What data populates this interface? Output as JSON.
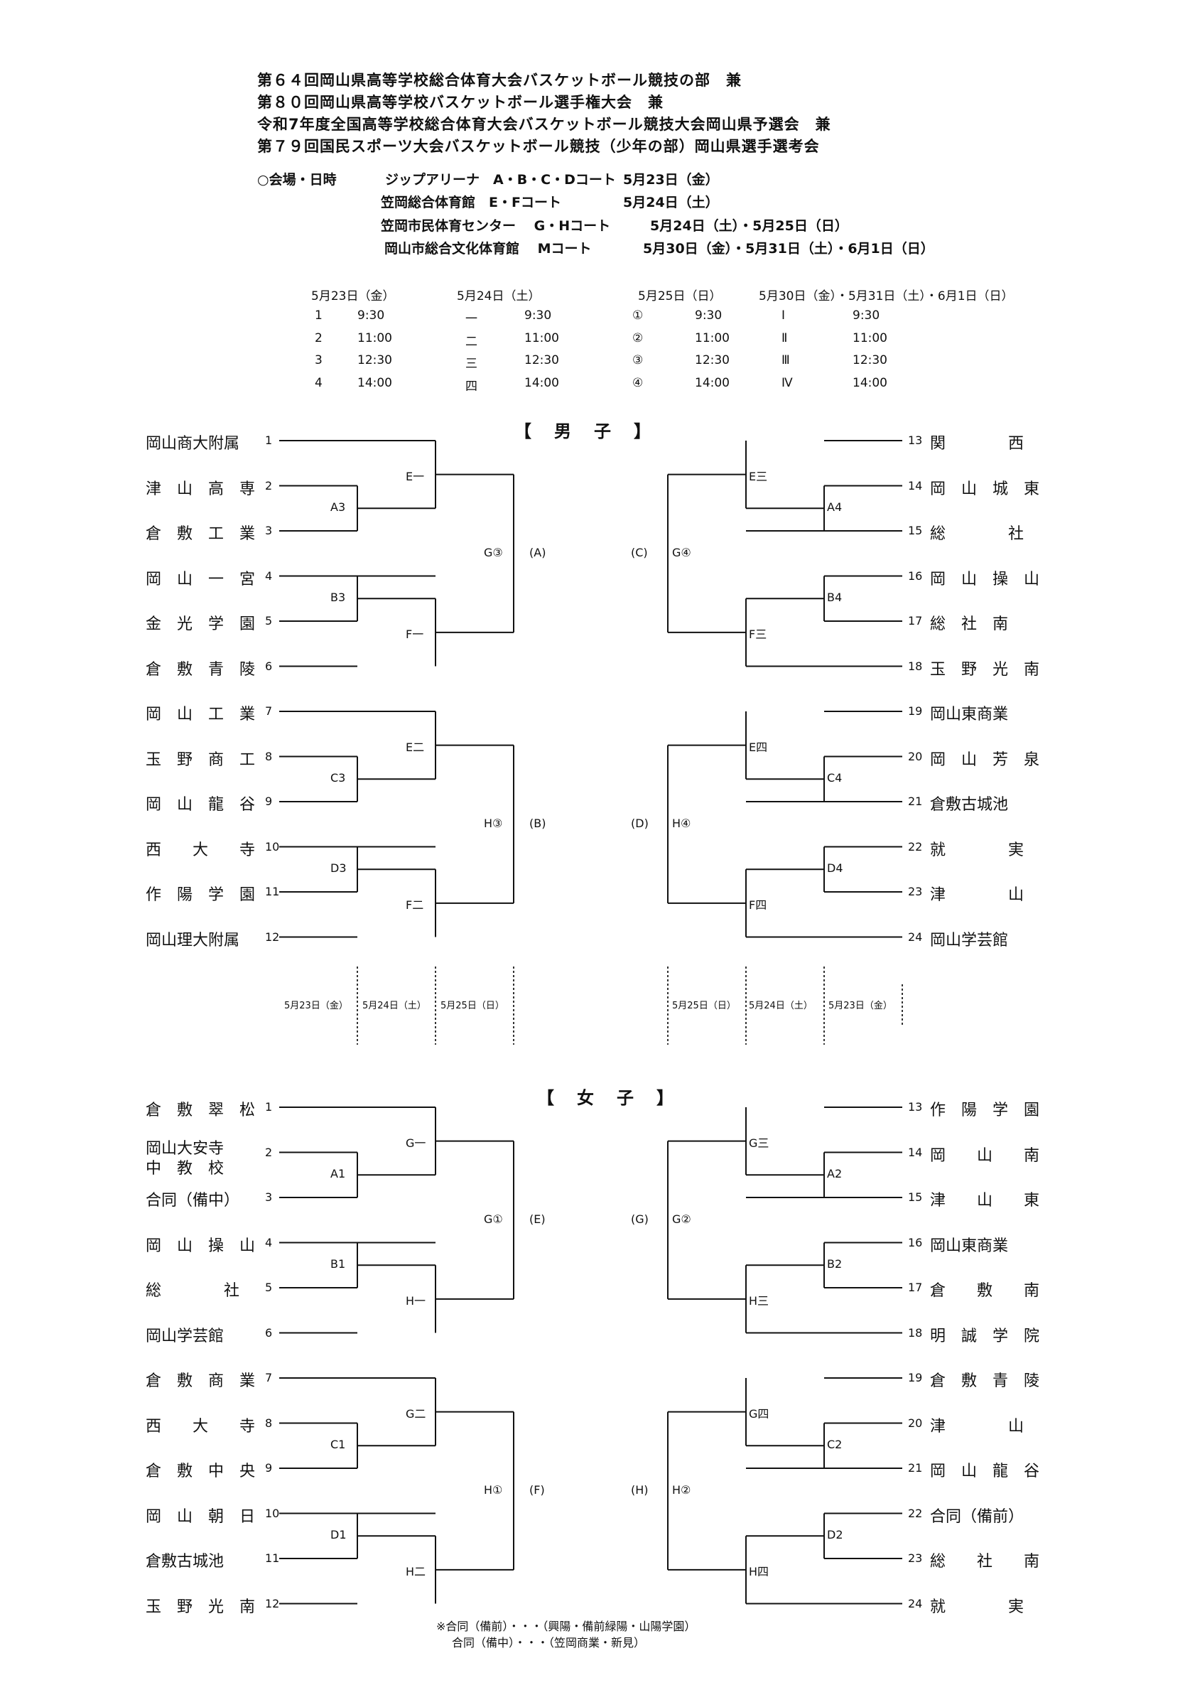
{
  "title": [
    "第６４回岡山県高等学校総合体育大会バスケットボール競技の部　兼",
    "第８０回岡山県高等学校バスケットボール選手権大会　兼",
    "令和7年度全国高等学校総合体育大会バスケットボール競技大会岡山県予選会　兼",
    "第７９回国民スポーツ大会バスケットボール競技（少年の部）岡山県選手選考会"
  ],
  "venue": {
    "label": "○会場・日時",
    "rows": [
      {
        "place": "ジップアリーナ　A・B・C・Dコート",
        "date": "5月23日（金）"
      },
      {
        "place": "笠岡総合体育館　E・Fコート",
        "date": "5月24日（土）"
      },
      {
        "place": "笠岡市民体育センター　 G・Hコート",
        "date": "5月24日（土）・5月25日（日）"
      },
      {
        "place": "岡山市総合文化体育館　 Mコート",
        "date": "5月30日（金）・5月31日（土）・6月1日（日）"
      }
    ]
  },
  "schedule": {
    "headers": [
      "5月23日（金）",
      "5月24日（土）",
      "5月25日（日）",
      "5月30日（金）・5月31日（土）・6月1日（日）"
    ],
    "rows": [
      [
        "1",
        "9:30",
        "一",
        "9:30",
        "①",
        "9:30",
        "Ⅰ",
        "9:30"
      ],
      [
        "2",
        "11:00",
        "二",
        "11:00",
        "②",
        "11:00",
        "Ⅱ",
        "11:00"
      ],
      [
        "3",
        "12:30",
        "三",
        "12:30",
        "③",
        "12:30",
        "Ⅲ",
        "12:30"
      ],
      [
        "4",
        "14:00",
        "四",
        "14:00",
        "④",
        "14:00",
        "Ⅳ",
        "14:00"
      ]
    ]
  },
  "boys": {
    "header": "【　男　子　】",
    "left_teams": [
      "岡山商大附属",
      "津　山　高　専",
      "倉　敷　工　業",
      "岡　山　一　宮",
      "金　光　学　園",
      "倉　敷　青　陵",
      "岡　山　工　業",
      "玉　野　商　工",
      "岡　山　龍　谷",
      "西　　大　　寺",
      "作　陽　学　園",
      "岡山理大附属"
    ],
    "right_teams": [
      "関　　　　西",
      "岡　山　城　東",
      "総　　　　社",
      "岡　山　操　山",
      "総　社　南",
      "玉　野　光　南",
      "岡山東商業",
      "岡　山　芳　泉",
      "倉敷古城池",
      "就　　　　実",
      "津　　　　山",
      "岡山学芸館"
    ],
    "labels": {
      "A3": "A3",
      "B3": "B3",
      "C3": "C3",
      "D3": "D3",
      "A4": "A4",
      "B4": "B4",
      "C4": "C4",
      "D4": "D4",
      "E1": "E一",
      "F1": "F一",
      "E2": "E二",
      "F2": "F二",
      "E3": "E三",
      "F3": "F三",
      "E4": "E四",
      "F4": "F四",
      "G3": "G③",
      "H3": "H③",
      "G4": "G④",
      "H4": "H④",
      "pA": "(A)",
      "pB": "(B)",
      "pC": "(C)",
      "pD": "(D)"
    },
    "days_left": [
      "5月23日（金）",
      "5月24日（土）",
      "5月25日（日）"
    ],
    "days_right": [
      "5月25日（日）",
      "5月24日（土）",
      "5月23日（金）"
    ]
  },
  "girls": {
    "header": "【　女　子　】",
    "left_teams": [
      "倉　敷　翠　松",
      "岡山大安寺\n中　等　教　校",
      "合同（備中）",
      "岡　山　操　山",
      "総　　　　社",
      "岡山学芸館",
      "倉　敷　商　業",
      "西　　大　　寺",
      "倉　敷　中　央",
      "岡　山　朝　日",
      "倉敷古城池",
      "玉　野　光　南"
    ],
    "left_team2_line1": "岡山大安寺",
    "left_team2_line2": "中　教　校",
    "right_teams": [
      "作　陽　学　園",
      "岡　　山　　南",
      "津　　山　　東",
      "岡山東商業",
      "倉　　敷　　南",
      "明　誠　学　院",
      "倉　敷　青　陵",
      "津　　　　山",
      "岡　山　龍　谷",
      "合同（備前）",
      "総　　社　　南",
      "就　　　　実"
    ],
    "labels": {
      "A1": "A1",
      "B1": "B1",
      "C1": "C1",
      "D1": "D1",
      "A2": "A2",
      "B2": "B2",
      "C2": "C2",
      "D2": "D2",
      "G1": "G一",
      "H1": "H一",
      "G2": "G二",
      "H2": "H二",
      "G3": "G三",
      "H3": "H三",
      "G4": "G四",
      "H4": "H四",
      "GC1": "G①",
      "HC1": "H①",
      "GC2": "G②",
      "HC2": "H②",
      "pE": "(E)",
      "pF": "(F)",
      "pG": "(G)",
      "pH": "(H)"
    }
  },
  "notes": [
    "※合同（備前）・・・（興陽・備前緑陽・山陽学園）",
    "合同（備中）・・・（笠岡商業・新見）"
  ]
}
